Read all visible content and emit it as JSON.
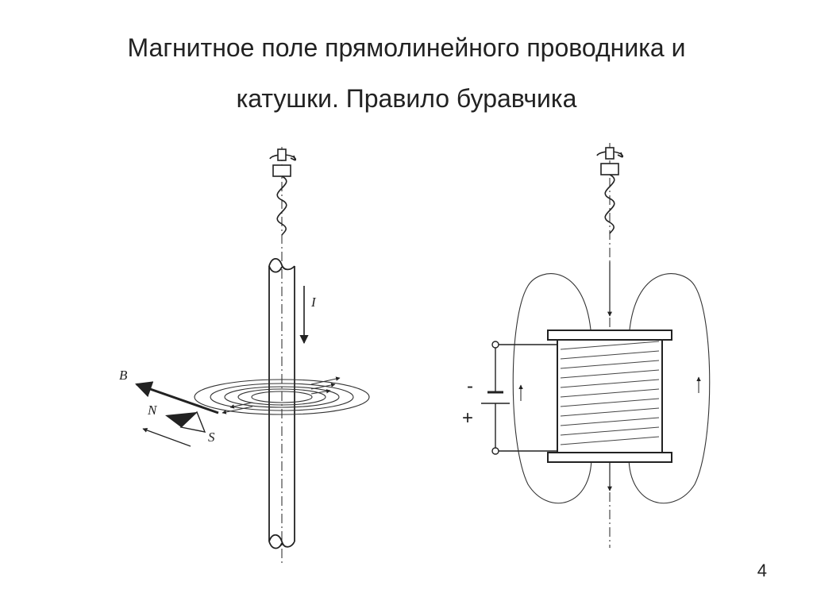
{
  "title": {
    "line1": "Магнитное поле прямолинейного проводника и",
    "line2": "катушки. Правило буравчика"
  },
  "page_number": "4",
  "wire_diagram": {
    "current_label": "I",
    "field_label": "B",
    "north_label": "N",
    "south_label": "S"
  },
  "coil_diagram": {
    "minus_label": "-",
    "plus_label": "+"
  }
}
